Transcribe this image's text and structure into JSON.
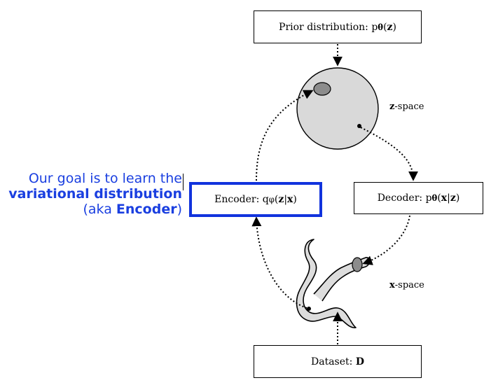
{
  "boxes": {
    "prior": {
      "text": "Prior distribution: ",
      "formula_a": "p",
      "formula_sub": "θ",
      "formula_b": "(",
      "formula_var": "z",
      "formula_c": ")"
    },
    "encoder": {
      "text": "Encoder: ",
      "formula_a": "q",
      "formula_sub": "φ",
      "formula_b": "(",
      "formula_var1": "z",
      "formula_bar": "|",
      "formula_var2": "x",
      "formula_c": ")"
    },
    "decoder": {
      "text": "Decoder: ",
      "formula_a": "p",
      "formula_sub": "θ",
      "formula_b": "(",
      "formula_var1": "x",
      "formula_bar": "|",
      "formula_var2": "z",
      "formula_c": ")"
    },
    "dataset": {
      "text": "Dataset: ",
      "formula_var": "D"
    }
  },
  "labels": {
    "z_space_var": "z",
    "z_space_text": "-space",
    "x_space_var": "x",
    "x_space_text": "-space"
  },
  "annotation": {
    "line1": "Our goal is to learn the",
    "line2": "variational distribution",
    "line3_pre": "(aka ",
    "line3_bold": "Encoder",
    "line3_post": ")"
  },
  "colors": {
    "highlight": "#1133dd",
    "annotation_text": "#1a3fe0",
    "sphere_fill": "#d9d9d9",
    "blob_fill": "#8c8c8c",
    "tube_fill": "#dddddd"
  }
}
